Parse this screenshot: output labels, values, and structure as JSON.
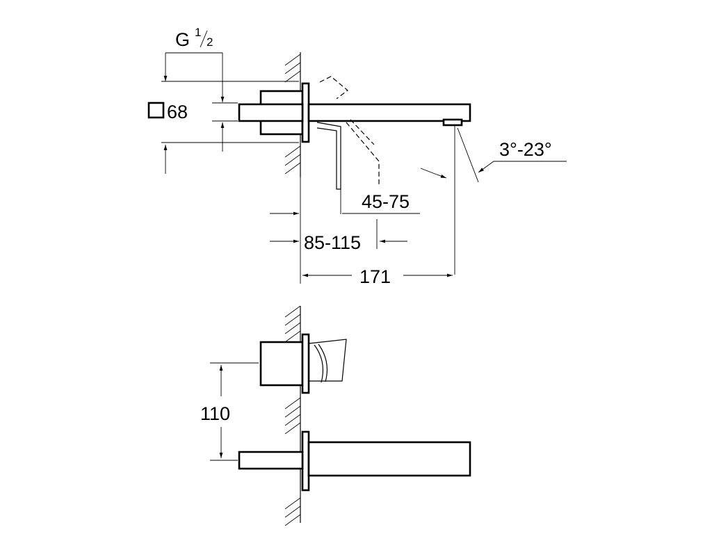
{
  "dimensions": {
    "thread": {
      "prefix": "G",
      "num": "1",
      "den": "2"
    },
    "rosette": "68",
    "angle": "3°-23°",
    "mixer_depth": "45-75",
    "wall_depth": "85-115",
    "spout_length": "171",
    "spacing": "110"
  },
  "colors": {
    "line": "#000000",
    "background": "#ffffff"
  }
}
